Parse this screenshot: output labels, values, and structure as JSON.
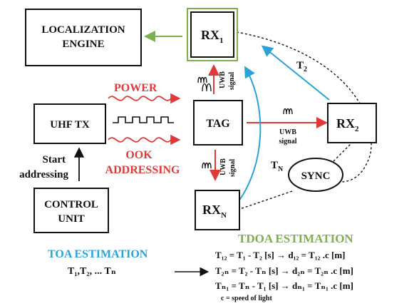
{
  "boxes": {
    "localization_engine": [
      "LOCALIZATION",
      "ENGINE"
    ],
    "rx1": {
      "main": "RX",
      "sub": "1"
    },
    "rx2": {
      "main": "RX",
      "sub": "2"
    },
    "rxn": {
      "main": "RX",
      "sub": "N"
    },
    "uhf_tx": "UHF TX",
    "tag": "TAG",
    "control_unit": [
      "CONTROL",
      "UNIT"
    ],
    "sync": "SYNC"
  },
  "labels": {
    "power": "POWER",
    "ook_addressing": [
      "OOK",
      "ADDRESSING"
    ],
    "start_addressing": [
      "Start",
      "addressing"
    ],
    "uwb_signal_top": [
      "UWB",
      "signal"
    ],
    "uwb_signal_right": [
      "UWB",
      "signal"
    ],
    "uwb_signal_bottom": [
      "UWB",
      "signal"
    ],
    "t2": {
      "main": "T",
      "sub": "2"
    },
    "tn": {
      "main": "T",
      "sub": "N"
    }
  },
  "toa": {
    "title": "TOA ESTIMATION",
    "values": "T₁,T₂, ... Tₙ"
  },
  "tdoa": {
    "title": "TDOA ESTIMATION",
    "equations": [
      "T₁₂ = T₁ - T₂ [s]  →  d₁₂ = T₁₂ .c [m]",
      "T₂ₙ = T₂ - Tₙ [s]  →  d₂ₙ = T₂ₙ .c [m]",
      "Tₙ₁ = Tₙ - T₁ [s]  →  dₙ₁ = Tₙ₁ .c [m]"
    ],
    "footnote": "c = speed of light"
  },
  "colors": {
    "red": "#e0393a",
    "blue": "#2aa2d8",
    "green": "#7bb04a",
    "black": "#111111"
  }
}
